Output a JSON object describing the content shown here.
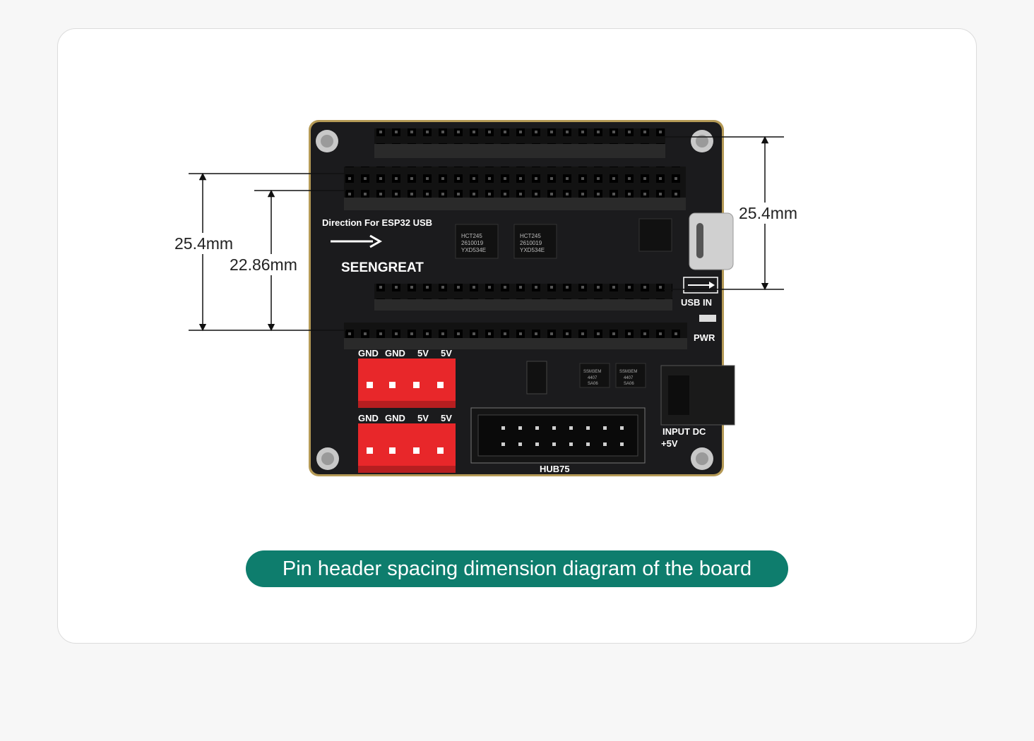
{
  "dimensions": {
    "right": "25.4mm",
    "left_outer": "25.4mm",
    "left_inner": "22.86mm"
  },
  "board": {
    "direction_label": "Direction For ESP32 USB",
    "brand": "SEENGREAT",
    "usb_label": "USB IN",
    "pwr_label": "PWR",
    "conn_labels": [
      "GND",
      "GND",
      "5V",
      "5V"
    ],
    "dc_label_1": "INPUT DC",
    "dc_label_2": "+5V",
    "hub_label": "HUB75",
    "chip_text": [
      "HCT245",
      "2610019",
      "YXD534E"
    ],
    "small_chip_text": [
      "SSM3EM",
      "4407",
      "SA06"
    ]
  },
  "caption": "Pin header spacing dimension diagram of the board",
  "colors": {
    "accent": "#0e7d6d",
    "pcb": "#1b1b1d",
    "connector": "#e8272a",
    "gold_edge": "#b59a56"
  }
}
